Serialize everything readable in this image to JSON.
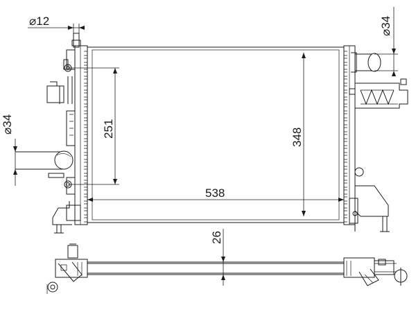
{
  "dimensions": {
    "top_pipe_diameter": "⌀12",
    "right_pipe_diameter": "⌀34",
    "left_pipe_diameter": "⌀34",
    "core_height_inner": "251",
    "core_height": "348",
    "core_width": "538",
    "core_depth": "26"
  }
}
